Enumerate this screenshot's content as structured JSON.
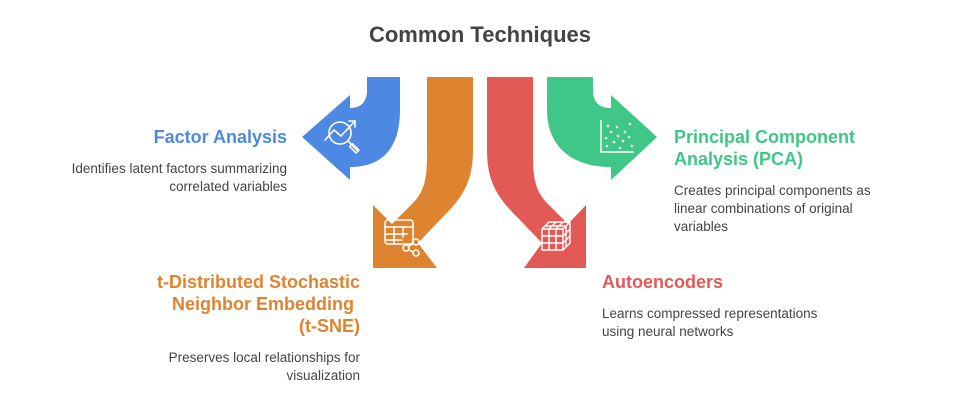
{
  "title": "Common Techniques",
  "colors": {
    "blue": "#4d89e3",
    "orange": "#de8431",
    "red": "#e35955",
    "green": "#3ec786",
    "text": "#444444"
  },
  "techniques": [
    {
      "name": "Factor Analysis",
      "description_lines": [
        "Identifies latent factors summarizing",
        "correlated variables"
      ],
      "icon": "chart-search-icon",
      "color": "#4d89e3"
    },
    {
      "name_lines": [
        "t-Distributed Stochastic",
        "Neighbor Embedding",
        "(t-SNE)"
      ],
      "description_lines": [
        "Preserves local relationships for",
        "visualization"
      ],
      "icon": "table-share-icon",
      "color": "#de8431"
    },
    {
      "name": "Autoencoders",
      "description_lines": [
        "Learns compressed representations",
        "using neural networks"
      ],
      "icon": "cube-grid-icon",
      "color": "#e35955"
    },
    {
      "name_lines": [
        "Principal Component",
        "Analysis (PCA)"
      ],
      "description_lines": [
        "Creates principal components as",
        "linear combinations of original",
        "variables"
      ],
      "icon": "scatter-plot-icon",
      "color": "#3ec786"
    }
  ]
}
